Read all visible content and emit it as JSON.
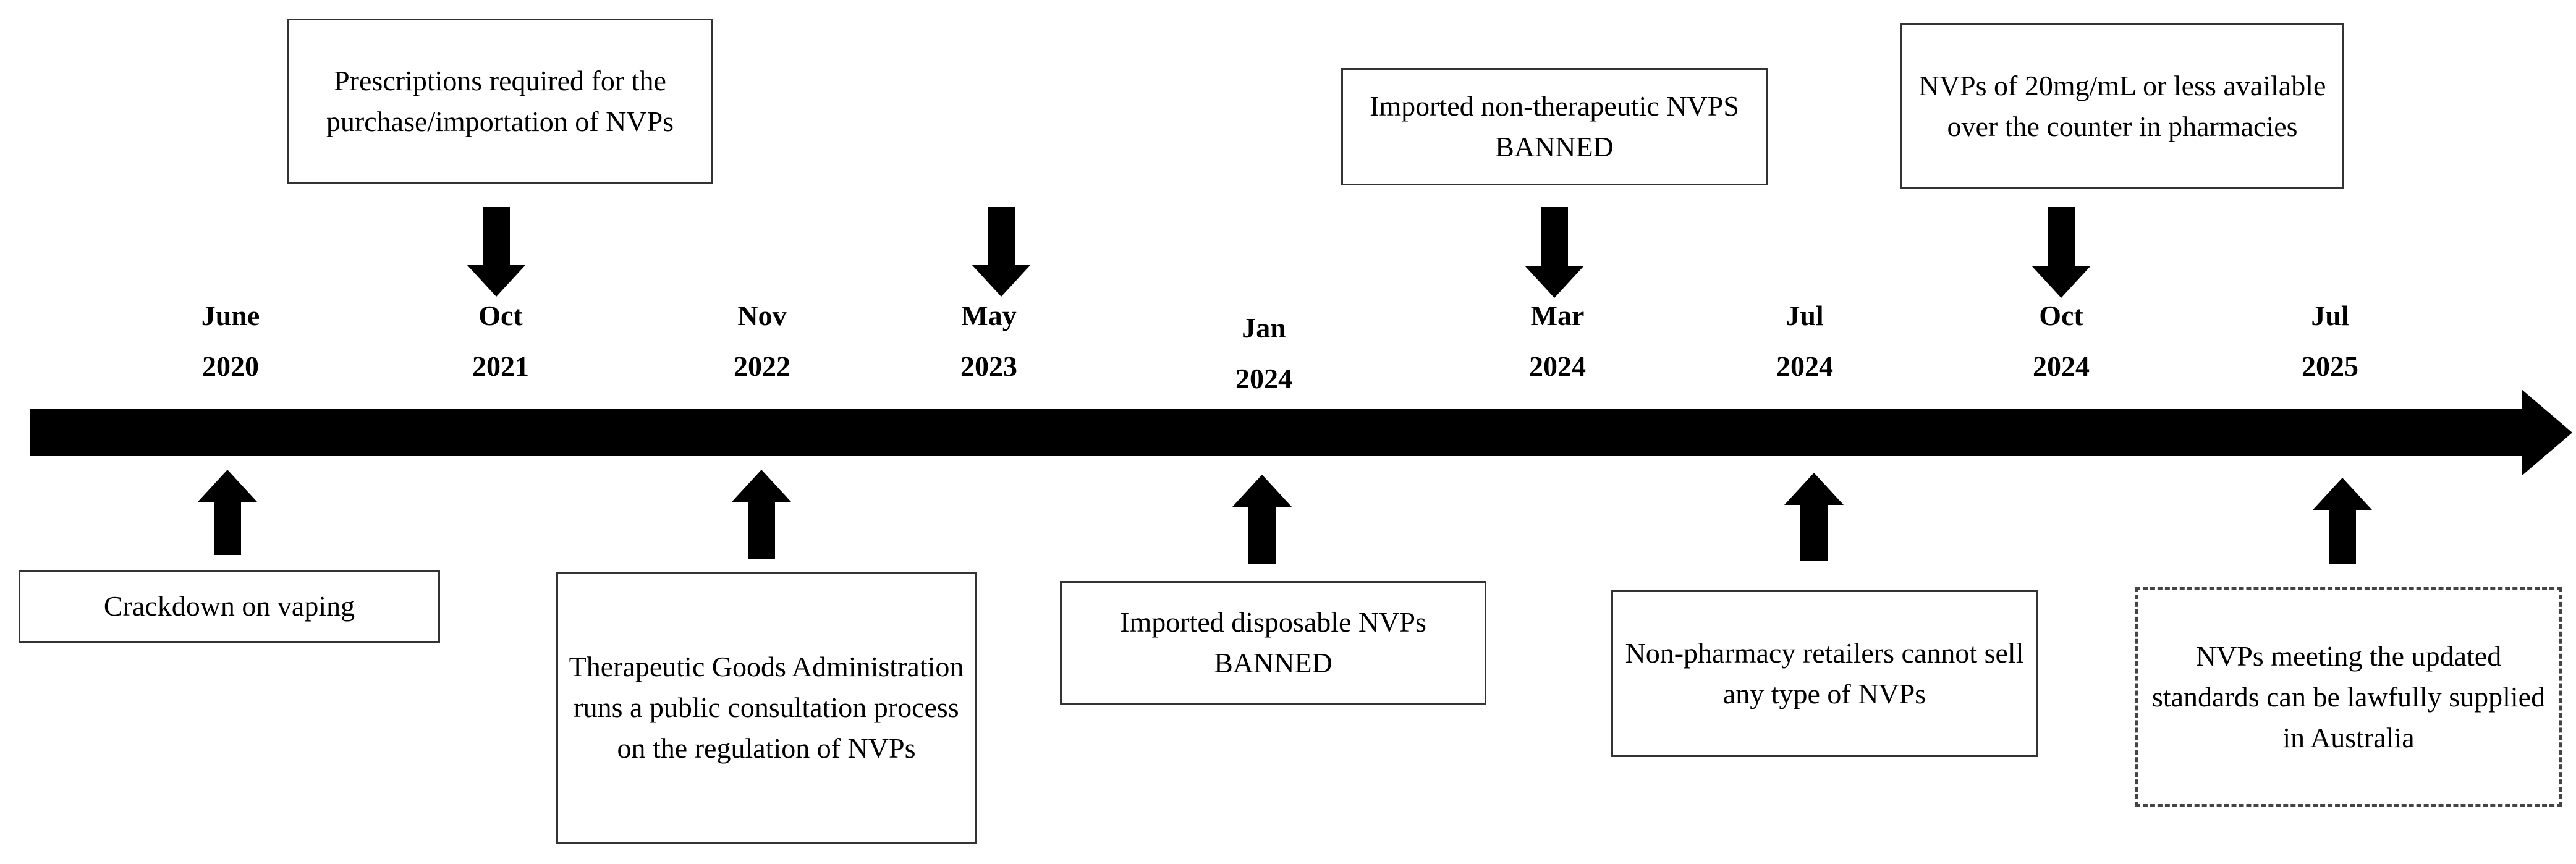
{
  "events": [
    {
      "id": "2020-06",
      "month": "June",
      "year": "2020",
      "side": "below",
      "text": "Crackdown on vaping",
      "border": "solid"
    },
    {
      "id": "2021-10",
      "month": "Oct",
      "year": "2021",
      "side": "above",
      "text": "Prescriptions required for the purchase/importation of NVPs",
      "border": "solid"
    },
    {
      "id": "2022-11",
      "month": "Nov",
      "year": "2022",
      "side": "below",
      "text": "Therapeutic Goods Administration runs a public consultation process on the regulation of NVPs",
      "border": "solid"
    },
    {
      "id": "2023-05",
      "month": "May",
      "year": "2023",
      "side": "above",
      "text": "",
      "border": "none"
    },
    {
      "id": "2024-01",
      "month": "Jan",
      "year": "2024",
      "side": "below",
      "text": "Imported disposable NVPs BANNED",
      "border": "solid"
    },
    {
      "id": "2024-03",
      "month": "Mar",
      "year": "2024",
      "side": "above",
      "text": "Imported non-therapeutic NVPS BANNED",
      "border": "solid"
    },
    {
      "id": "2024-07",
      "month": "Jul",
      "year": "2024",
      "side": "below",
      "text": "Non-pharmacy retailers cannot sell any type of NVPs",
      "border": "solid"
    },
    {
      "id": "2024-10",
      "month": "Oct",
      "year": "2024",
      "side": "above",
      "text": "NVPs of 20mg/mL or less available over the counter in pharmacies",
      "border": "solid"
    },
    {
      "id": "2025-07",
      "month": "Jul",
      "year": "2025",
      "side": "below",
      "text": "NVPs meeting the updated standards can be lawfully supplied in Australia",
      "border": "dashed"
    }
  ],
  "colors": {
    "timeline": "#000000",
    "box_border": "#333333",
    "text": "#000000"
  }
}
